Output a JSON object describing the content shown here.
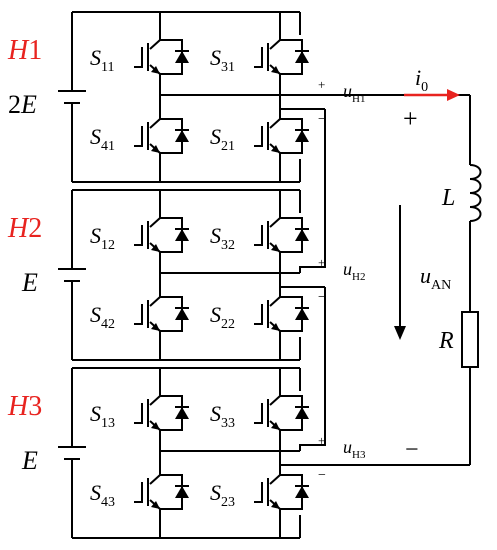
{
  "title": "",
  "colors": {
    "wire": "#000000",
    "accent": "#e8231f"
  },
  "cells": [
    {
      "name": "H1",
      "name_letter": "H",
      "name_number": "1",
      "source": "2E",
      "source_coef": "2",
      "source_sym": "E",
      "switches": {
        "tl": "11",
        "tr": "31",
        "bl": "41",
        "br": "21"
      },
      "out_sub": "H1"
    },
    {
      "name": "H2",
      "name_letter": "H",
      "name_number": "2",
      "source": "E",
      "source_coef": "",
      "source_sym": "E",
      "switches": {
        "tl": "12",
        "tr": "32",
        "bl": "42",
        "br": "22"
      },
      "out_sub": "H2"
    },
    {
      "name": "H3",
      "name_letter": "H",
      "name_number": "3",
      "source": "E",
      "source_coef": "",
      "source_sym": "E",
      "switches": {
        "tl": "13",
        "tr": "33",
        "bl": "43",
        "br": "23"
      },
      "out_sub": "H3"
    }
  ],
  "switch_symbol": "S",
  "voltage_symbol": "u",
  "plus": "+",
  "minus": "−",
  "load": {
    "current_symbol": "i",
    "current_sub": "0",
    "inductor": "L",
    "resistor": "R",
    "output_voltage_sub": "AN",
    "output_plus": "+",
    "output_minus": "−"
  }
}
